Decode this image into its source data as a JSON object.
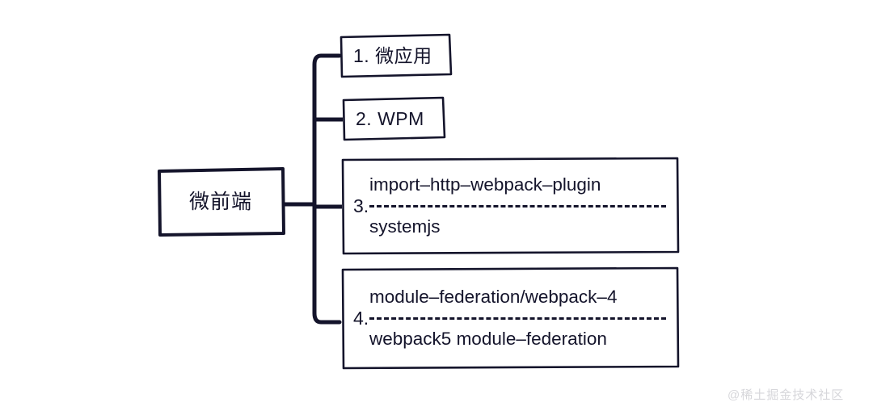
{
  "diagram": {
    "type": "mind-map",
    "title": "微前端",
    "background_color": "#ffffff",
    "stroke_color": "#14142b",
    "text_color": "#14142b",
    "root": {
      "label": "微前端"
    },
    "branches": [
      {
        "index": "1.",
        "label": "1. 微应用",
        "kind": "simple"
      },
      {
        "index": "2.",
        "label": "2. WPM",
        "kind": "simple"
      },
      {
        "index": "3.",
        "kind": "compound",
        "top_line": "import–http–webpack–plugin",
        "divider": "dashed",
        "bottom_line": "systemjs"
      },
      {
        "index": "4.",
        "kind": "compound",
        "top_line": "module–federation/webpack–4",
        "divider": "dashed",
        "bottom_line": "webpack5 module–federation"
      }
    ]
  },
  "watermark": {
    "text": "@稀土掘金技术社区",
    "color": "#d6d6da"
  }
}
